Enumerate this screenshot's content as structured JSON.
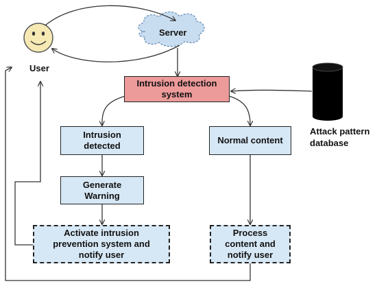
{
  "nodes": {
    "user": "User",
    "server": "Server",
    "ids": "Intrusion detection\nsystem",
    "attack_db": "Attack pattern\ndatabase",
    "intrusion": "Intrusion\ndetected",
    "normal": "Normal content",
    "warning": "Generate\nWarning",
    "activate": "Activate intrusion\nprevention system and\nnotify user",
    "process": "Process\ncontent and\nnotify user"
  }
}
